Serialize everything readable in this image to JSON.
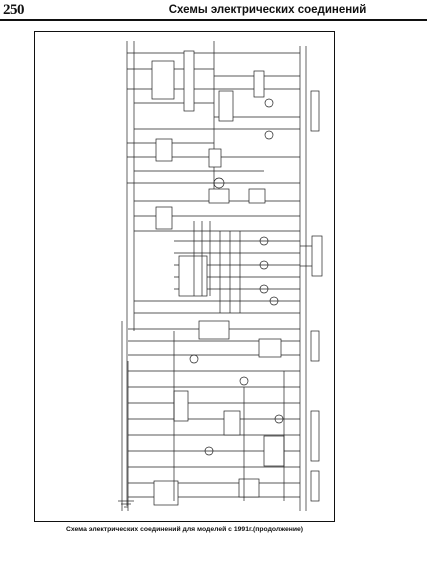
{
  "page": {
    "number": "250",
    "running_header": "Схемы электрических соединений"
  },
  "diagram": {
    "caption": "Схема электрических соединений для моделей с 1991г.(продолжение)"
  }
}
